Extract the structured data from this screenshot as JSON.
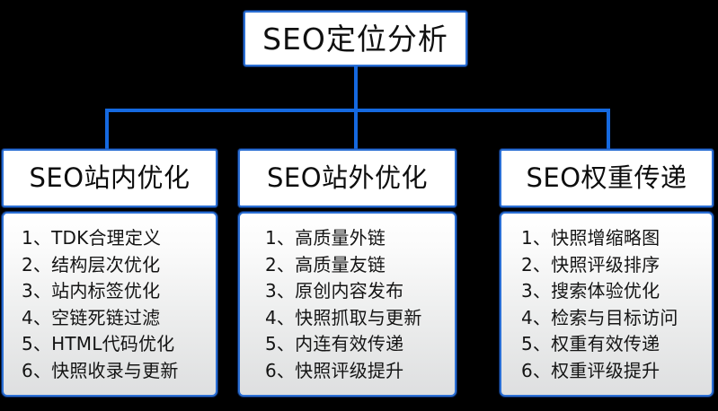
{
  "diagram": {
    "title": "SEO定位分析",
    "accent_color": "#1569e0",
    "border_color": "#2b6fd4",
    "background_color": "#000000",
    "columns": [
      {
        "header": "SEO站内优化",
        "items": [
          "1、TDK合理定义",
          "2、结构层次优化",
          "3、站内标签优化",
          "4、空链死链过滤",
          "5、HTML代码优化",
          "6、快照收录与更新"
        ]
      },
      {
        "header": "SEO站外优化",
        "items": [
          "1、高质量外链",
          "2、高质量友链",
          "3、原创内容发布",
          "4、快照抓取与更新",
          "5、内连有效传递",
          "6、快照评级提升"
        ]
      },
      {
        "header": "SEO权重传递",
        "items": [
          "1、快照增缩略图",
          "2、快照评级排序",
          "3、搜索体验优化",
          "4、检索与目标访问",
          "5、权重有效传递",
          "6、权重评级提升"
        ]
      }
    ]
  }
}
